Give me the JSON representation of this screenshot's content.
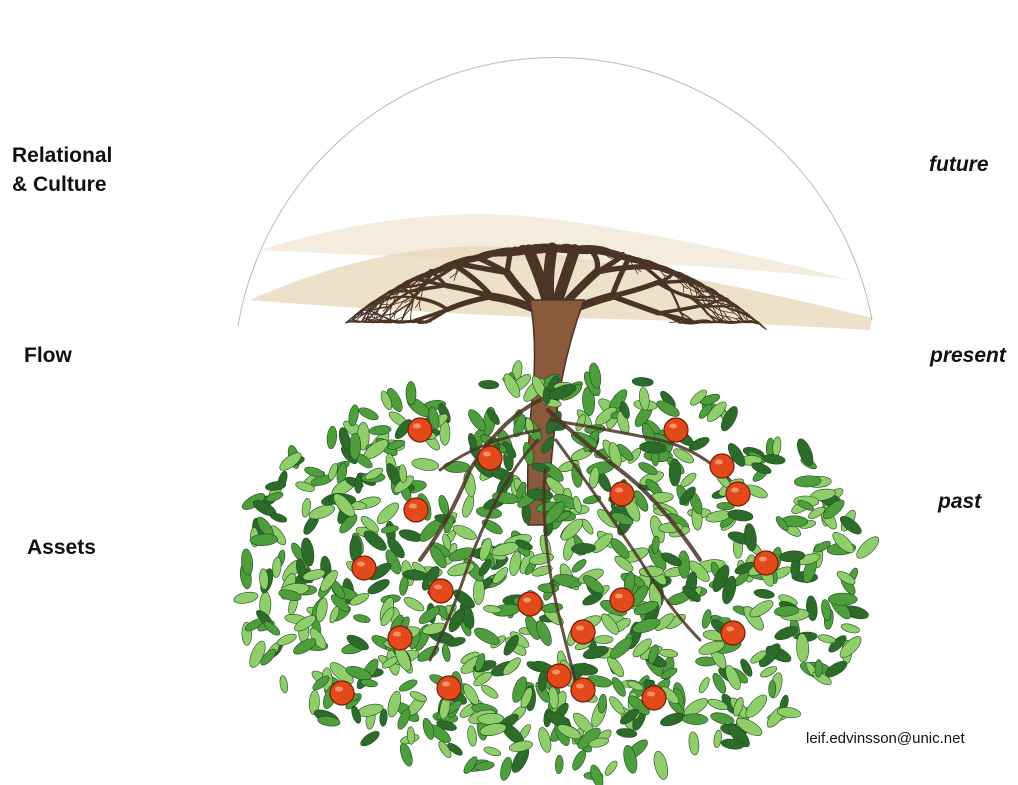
{
  "left_labels": {
    "top": "Relational\n& Culture",
    "middle": "Flow",
    "bottom": "Assets"
  },
  "right_labels": {
    "top": "future",
    "middle": "present",
    "bottom": "past"
  },
  "contact": "leif.edvinsson@unic.net",
  "illustration": {
    "icon": "tree-with-roots-and-fruit-icon",
    "colors": {
      "branch": "#4a3426",
      "trunk": "#8a5a3c",
      "sky_wash": "#e7d7b8",
      "leaf_light": "#8fce6a",
      "leaf_mid": "#4f9e3e",
      "leaf_dark": "#2d6b2a",
      "fruit": "#e24a1c"
    }
  }
}
